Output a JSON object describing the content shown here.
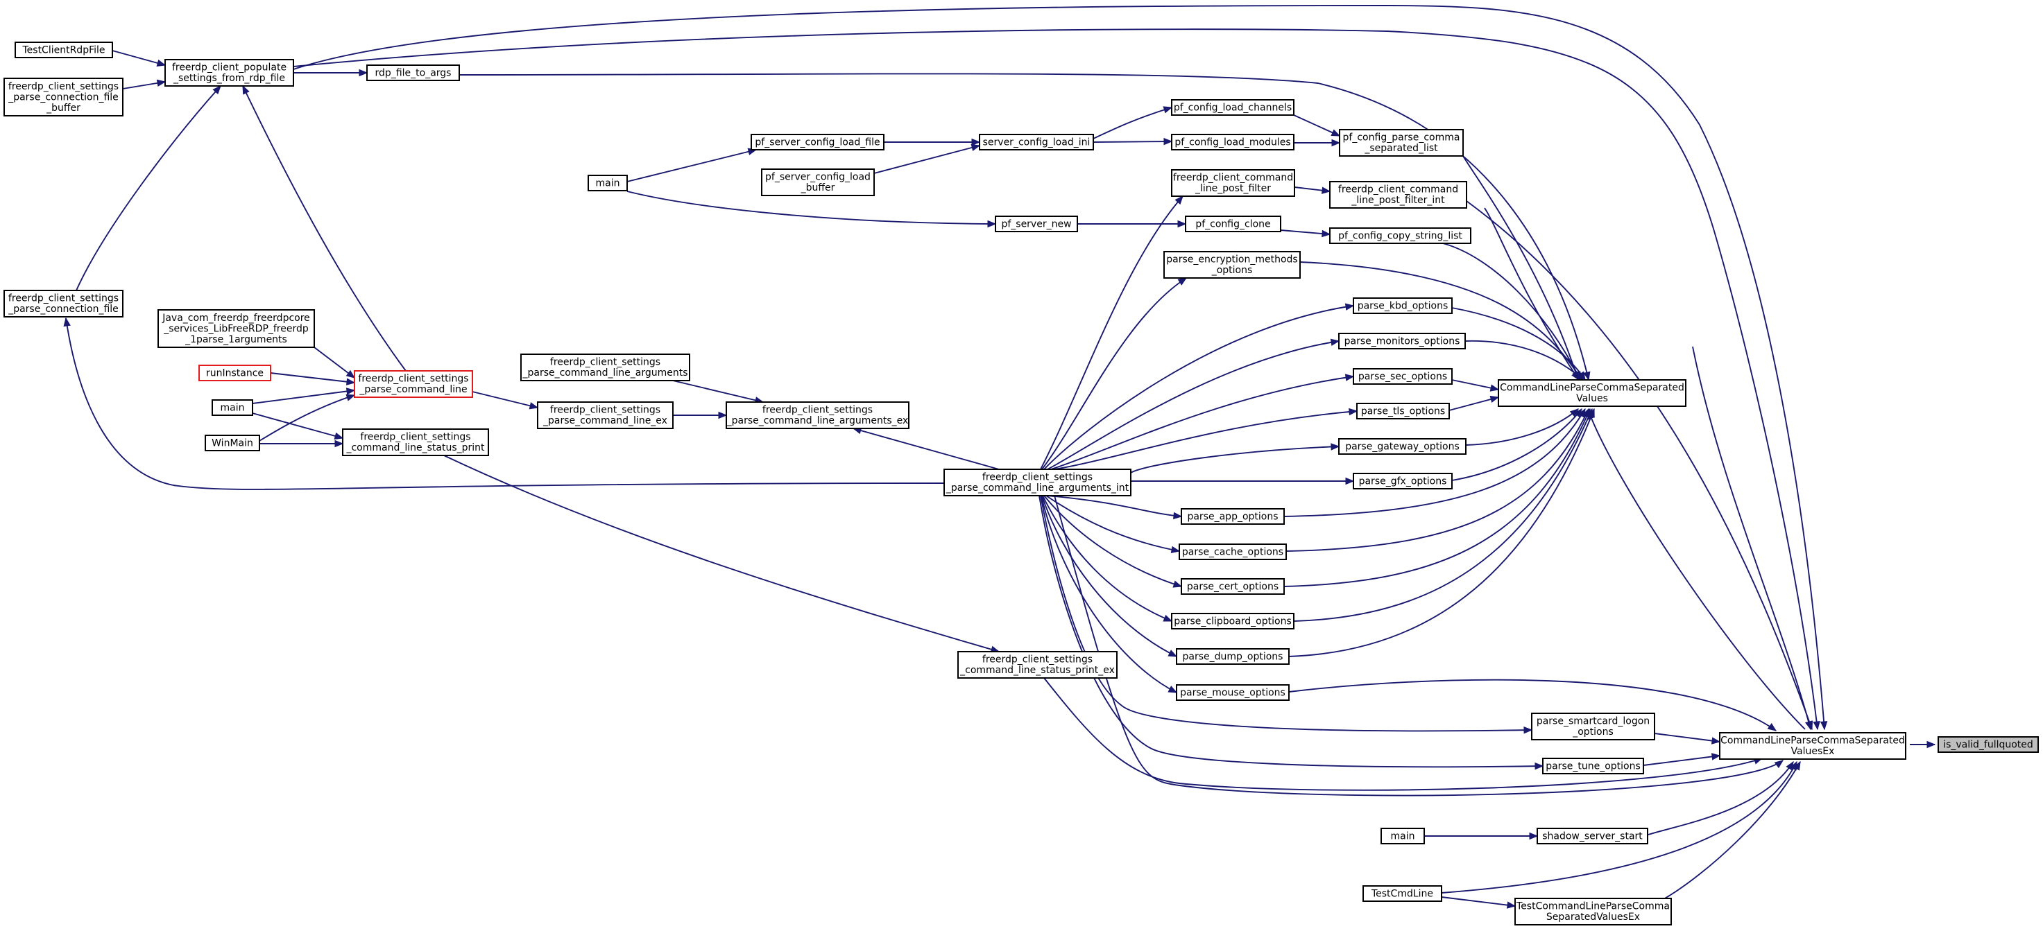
{
  "graph": {
    "target": "is_valid_fullquoted",
    "nodes": [
      {
        "id": "is_valid",
        "lines": [
          "is_valid_fullquoted"
        ],
        "style": "gray"
      },
      {
        "id": "clpcsv_ex",
        "lines": [
          "CommandLineParseCommaSeparated",
          "ValuesEx"
        ]
      },
      {
        "id": "clpcsv",
        "lines": [
          "CommandLineParseCommaSeparated",
          "Values"
        ]
      },
      {
        "id": "test_clpcsv_ex",
        "lines": [
          "TestCommandLineParseComma",
          "SeparatedValuesEx"
        ]
      },
      {
        "id": "test_cmdline",
        "lines": [
          "TestCmdLine"
        ]
      },
      {
        "id": "shadow_start",
        "lines": [
          "shadow_server_start"
        ]
      },
      {
        "id": "main_shadow",
        "lines": [
          "main"
        ]
      },
      {
        "id": "parse_tune",
        "lines": [
          "parse_tune_options"
        ]
      },
      {
        "id": "parse_smartcard",
        "lines": [
          "parse_smartcard_logon",
          "_options"
        ]
      },
      {
        "id": "parse_mouse",
        "lines": [
          "parse_mouse_options"
        ]
      },
      {
        "id": "parse_dump",
        "lines": [
          "parse_dump_options"
        ]
      },
      {
        "id": "parse_clipboard",
        "lines": [
          "parse_clipboard_options"
        ]
      },
      {
        "id": "parse_cert",
        "lines": [
          "parse_cert_options"
        ]
      },
      {
        "id": "parse_cache",
        "lines": [
          "parse_cache_options"
        ]
      },
      {
        "id": "parse_app",
        "lines": [
          "parse_app_options"
        ]
      },
      {
        "id": "parse_gfx",
        "lines": [
          "parse_gfx_options"
        ]
      },
      {
        "id": "parse_gateway",
        "lines": [
          "parse_gateway_options"
        ]
      },
      {
        "id": "parse_tls",
        "lines": [
          "parse_tls_options"
        ]
      },
      {
        "id": "parse_sec",
        "lines": [
          "parse_sec_options"
        ]
      },
      {
        "id": "parse_monitors",
        "lines": [
          "parse_monitors_options"
        ]
      },
      {
        "id": "parse_kbd",
        "lines": [
          "parse_kbd_options"
        ]
      },
      {
        "id": "parse_encryption",
        "lines": [
          "parse_encryption_methods",
          "_options"
        ]
      },
      {
        "id": "pf_copy_string_list",
        "lines": [
          "pf_config_copy_string_list"
        ]
      },
      {
        "id": "pf_config_clone",
        "lines": [
          "pf_config_clone"
        ]
      },
      {
        "id": "pf_server_new",
        "lines": [
          "pf_server_new"
        ]
      },
      {
        "id": "main_pf",
        "lines": [
          "main"
        ]
      },
      {
        "id": "cmd_post_filter_int",
        "lines": [
          "freerdp_client_command",
          "_line_post_filter_int"
        ]
      },
      {
        "id": "cmd_post_filter",
        "lines": [
          "freerdp_client_command",
          "_line_post_filter"
        ]
      },
      {
        "id": "pf_parse_csl",
        "lines": [
          "pf_config_parse_comma",
          "_separated_list"
        ]
      },
      {
        "id": "pf_load_modules",
        "lines": [
          "pf_config_load_modules"
        ]
      },
      {
        "id": "pf_load_channels",
        "lines": [
          "pf_config_load_channels"
        ]
      },
      {
        "id": "server_config_load_ini",
        "lines": [
          "server_config_load_ini"
        ]
      },
      {
        "id": "pf_server_config_load_file",
        "lines": [
          "pf_server_config_load_file"
        ]
      },
      {
        "id": "pf_server_config_load_buffer",
        "lines": [
          "pf_server_config_load",
          "_buffer"
        ]
      },
      {
        "id": "args_int",
        "lines": [
          "freerdp_client_settings",
          "_parse_command_line_arguments_int"
        ]
      },
      {
        "id": "status_print_ex",
        "lines": [
          "freerdp_client_settings",
          "_command_line_status_print_ex"
        ]
      },
      {
        "id": "args_ex",
        "lines": [
          "freerdp_client_settings",
          "_parse_command_line_arguments_ex"
        ]
      },
      {
        "id": "args",
        "lines": [
          "freerdp_client_settings",
          "_parse_command_line_arguments"
        ]
      },
      {
        "id": "cmdline_ex",
        "lines": [
          "freerdp_client_settings",
          "_parse_command_line_ex"
        ]
      },
      {
        "id": "cmdline",
        "lines": [
          "freerdp_client_settings",
          "_parse_command_line"
        ],
        "style": "red"
      },
      {
        "id": "status_print",
        "lines": [
          "freerdp_client_settings",
          "_command_line_status_print"
        ]
      },
      {
        "id": "java",
        "lines": [
          "Java_com_freerdp_freerdpcore",
          "_services_LibFreeRDP_freerdp",
          "_1parse_1arguments"
        ]
      },
      {
        "id": "run_instance",
        "lines": [
          "runInstance"
        ],
        "style": "red"
      },
      {
        "id": "main_client",
        "lines": [
          "main"
        ]
      },
      {
        "id": "winmain",
        "lines": [
          "WinMain"
        ]
      },
      {
        "id": "parse_conn_file",
        "lines": [
          "freerdp_client_settings",
          "_parse_connection_file"
        ]
      },
      {
        "id": "populate_rdp",
        "lines": [
          "freerdp_client_populate",
          "_settings_from_rdp_file"
        ]
      },
      {
        "id": "rdp_file_to_args",
        "lines": [
          "rdp_file_to_args"
        ]
      },
      {
        "id": "test_client_rdp",
        "lines": [
          "TestClientRdpFile"
        ]
      },
      {
        "id": "parse_conn_file_buffer",
        "lines": [
          "freerdp_client_settings",
          "_parse_connection_file",
          "_buffer"
        ]
      }
    ]
  }
}
